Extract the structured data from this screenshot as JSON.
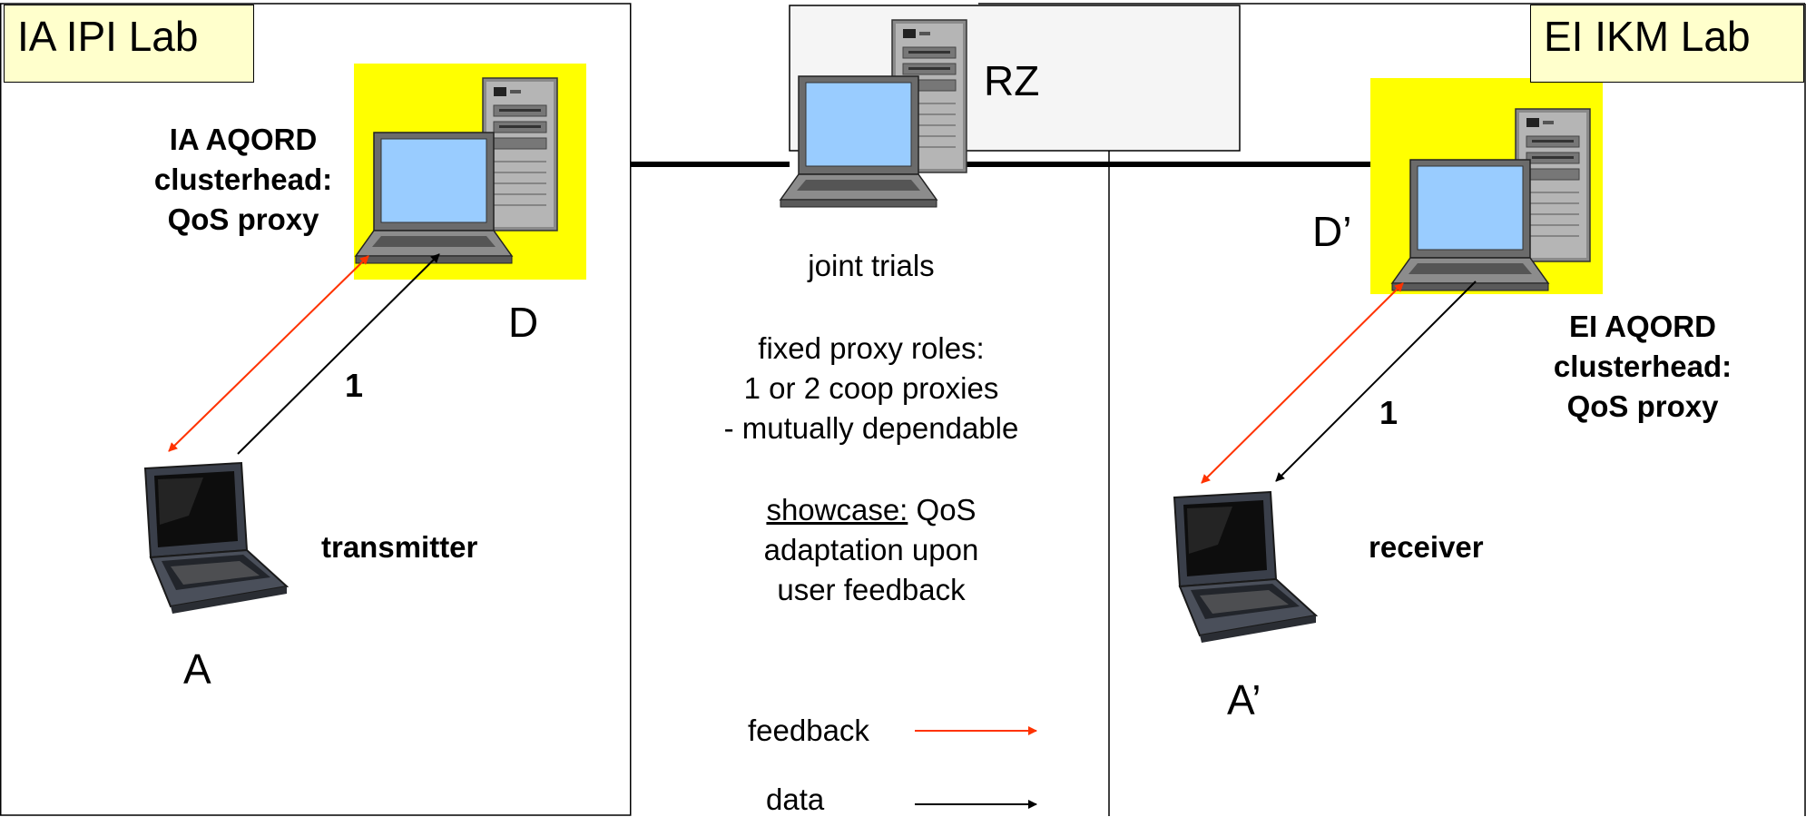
{
  "labs": {
    "left_label": "IA IPI Lab",
    "right_label": "EI IKM Lab",
    "center_label": "RZ"
  },
  "left": {
    "clusterhead_label": "IA AQORD\nclusterhead:\nQoS proxy",
    "node_D": "D",
    "node_A": "A",
    "arrow_label": "1",
    "transmitter_label": "transmitter"
  },
  "right": {
    "clusterhead_label": "EI  AQORD\nclusterhead:\nQoS proxy",
    "node_D": "D’",
    "node_A": "A’",
    "arrow_label": "1",
    "receiver_label": "receiver"
  },
  "middle": {
    "joint_trials": "joint trials",
    "fixed_roles_line1": "fixed proxy roles:",
    "fixed_roles_line2": "1 or 2 coop proxies",
    "fixed_roles_line3": "- mutually dependable",
    "showcase_word": "showcase:",
    "showcase_rest": " QoS",
    "showcase_line2": "adaptation upon",
    "showcase_line3": "user feedback"
  },
  "legend": {
    "feedback_label": "feedback",
    "data_label": "data",
    "feedback_color": "#ff3300",
    "data_color": "#000000"
  },
  "colors": {
    "highlight": "#ffff00",
    "lab_label_bg": "#ffffcc",
    "screen_blue": "#99ccff"
  }
}
